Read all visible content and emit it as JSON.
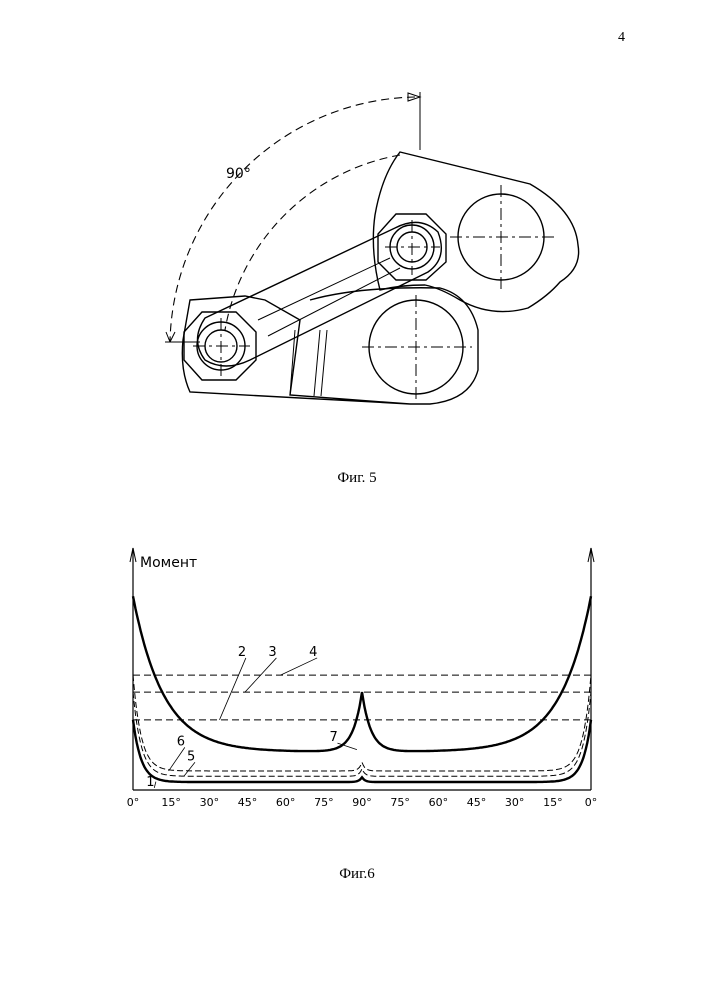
{
  "page": {
    "number": "4"
  },
  "figure5": {
    "caption": "Фиг. 5",
    "angle_label": "90°"
  },
  "figure6": {
    "caption": "Фиг.6",
    "y_axis_label": "Момент",
    "curve_labels": [
      "1",
      "2",
      "3",
      "4",
      "5",
      "6",
      "7"
    ]
  },
  "chart_data": {
    "type": "line",
    "title": "",
    "xlabel": "",
    "ylabel": "Момент",
    "x_tick_labels": [
      "0°",
      "15°",
      "30°",
      "45°",
      "60°",
      "75°",
      "90°",
      "75°",
      "60°",
      "45°",
      "30°",
      "15°",
      "0°"
    ],
    "x": [
      0,
      15,
      30,
      45,
      60,
      75,
      90,
      105,
      120,
      135,
      150,
      165,
      180
    ],
    "ylim": [
      0,
      100
    ],
    "series": [
      {
        "name": "1",
        "values": [
          32,
          3,
          2.8,
          2.8,
          2.8,
          2.8,
          5,
          2.8,
          2.8,
          2.8,
          2.8,
          3,
          32
        ]
      },
      {
        "name": "2",
        "values": [
          32,
          32,
          32,
          32,
          32,
          32,
          32,
          32,
          32,
          32,
          32,
          32,
          32
        ]
      },
      {
        "name": "3",
        "values": [
          45,
          45,
          45,
          45,
          45,
          45,
          45,
          45,
          45,
          45,
          45,
          45,
          45
        ]
      },
      {
        "name": "4",
        "values": [
          53,
          53,
          53,
          53,
          53,
          53,
          53,
          53,
          53,
          53,
          53,
          53,
          53
        ]
      },
      {
        "name": "5",
        "values": [
          45,
          6,
          5.5,
          5.5,
          5.5,
          5.5,
          9,
          5.5,
          5.5,
          5.5,
          5.5,
          6,
          45
        ]
      },
      {
        "name": "6",
        "values": [
          53,
          8.5,
          8,
          8,
          8,
          8,
          12,
          8,
          8,
          8,
          8,
          8.5,
          53
        ]
      },
      {
        "name": "7",
        "values": [
          90,
          28,
          17,
          13,
          13,
          17,
          45,
          17,
          13,
          13,
          17,
          28,
          90
        ]
      }
    ]
  }
}
